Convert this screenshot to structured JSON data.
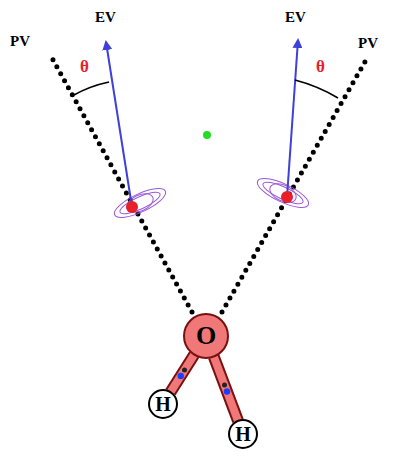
{
  "diagram": {
    "nodes": [
      {
        "text": [
          "O"
        ]
      },
      {
        "text": [
          "H"
        ]
      },
      {
        "text": [
          "H"
        ]
      }
    ],
    "edges": [
      {
        "from": 0,
        "to": 1,
        "arrow": "none"
      },
      {
        "from": 0,
        "to": 2,
        "arrow": "none"
      }
    ],
    "labels": [
      "EV",
      "EV",
      "PV",
      "PV",
      "θ",
      "θ"
    ]
  }
}
